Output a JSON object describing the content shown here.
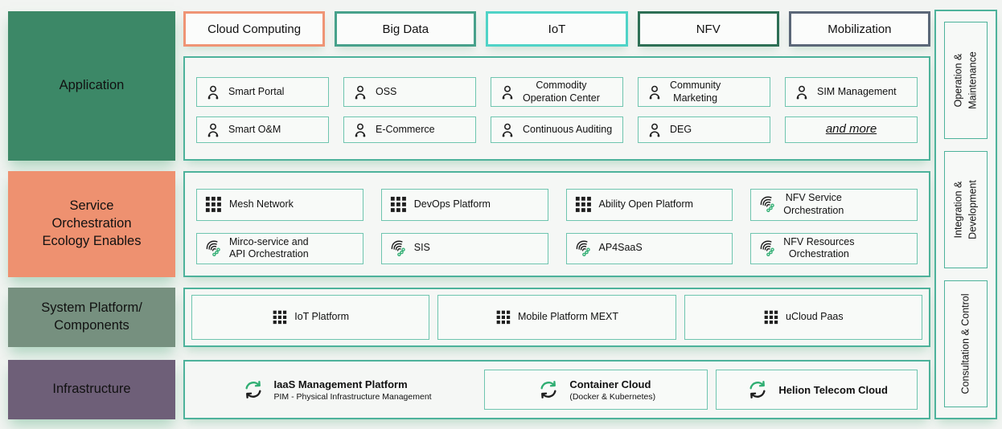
{
  "palette": {
    "page_bg": "#f2f4f2",
    "panel_border": "#4db29b",
    "item_border": "#6ec5af",
    "glow": "#7abe99",
    "icon_black": "#1f1f1f",
    "icon_green": "#2fae72"
  },
  "sidebar": {
    "items": [
      {
        "label": "Application",
        "color": "#3c8867"
      },
      {
        "label": "Service\nOrchestration\nEcology Enables",
        "color": "#ee9170"
      },
      {
        "label": "System Platform/\nComponents",
        "color": "#76907f"
      },
      {
        "label": "Infrastructure",
        "color": "#6e5f78"
      }
    ]
  },
  "header_tabs": [
    {
      "label": "Cloud Computing",
      "color": "#ef9475"
    },
    {
      "label": "Big Data",
      "color": "#47a18b"
    },
    {
      "label": "IoT",
      "color": "#4fd3c7"
    },
    {
      "label": "NFV",
      "color": "#2d6f55"
    },
    {
      "label": "Mobilization",
      "color": "#5b6778"
    }
  ],
  "application": {
    "rows": [
      [
        {
          "icon": "person",
          "label": "Smart Portal"
        },
        {
          "icon": "person",
          "label": "OSS"
        },
        {
          "icon": "person",
          "label": "Commodity\nOperation Center",
          "align": "center"
        },
        {
          "icon": "person",
          "label": "Community\nMarketing",
          "align": "center"
        },
        {
          "icon": "person",
          "label": "SIM Management"
        }
      ],
      [
        {
          "icon": "person",
          "label": "Smart O&M"
        },
        {
          "icon": "person",
          "label": "E-Commerce"
        },
        {
          "icon": "person",
          "label": "Continuous Auditing"
        },
        {
          "icon": "person",
          "label": "DEG"
        },
        {
          "icon": null,
          "label": "and more",
          "variant": "more"
        }
      ]
    ]
  },
  "service": {
    "rows": [
      [
        {
          "icon": "grid",
          "label": "Mesh Network"
        },
        {
          "icon": "grid",
          "label": "DevOps Platform"
        },
        {
          "icon": "grid",
          "label": "Ability Open Platform"
        },
        {
          "icon": "swirl",
          "label": "NFV Service\nOrchestration",
          "align": "center"
        }
      ],
      [
        {
          "icon": "swirl",
          "label": "Mirco-service and\nAPI Orchestration"
        },
        {
          "icon": "swirl",
          "label": "SIS"
        },
        {
          "icon": "swirl",
          "label": "AP4SaaS"
        },
        {
          "icon": "swirl",
          "label": "NFV Resources\nOrchestration",
          "align": "center"
        }
      ]
    ]
  },
  "system": {
    "items": [
      {
        "icon": "grid",
        "label": "IoT Platform"
      },
      {
        "icon": "grid",
        "label": "Mobile Platform MEXT"
      },
      {
        "icon": "grid",
        "label": "uCloud Paas"
      }
    ]
  },
  "infrastructure": {
    "items": [
      {
        "icon": "cloud-sync",
        "label": "IaaS Management Platform",
        "sublabel": "PIM - Physical Infrastructure Management",
        "boxed": false
      },
      {
        "icon": "cloud-sync",
        "label": "Container Cloud",
        "sublabel": "(Docker & Kubernetes)",
        "boxed": true
      },
      {
        "icon": "cloud-sync",
        "label": "Helion Telecom Cloud",
        "sublabel": "",
        "boxed": true
      }
    ]
  },
  "right_rail": {
    "items": [
      {
        "label": "Operation &\nMaintenance"
      },
      {
        "label": "Integration &\nDevelopment"
      },
      {
        "label": "Consultation & Control"
      }
    ]
  }
}
